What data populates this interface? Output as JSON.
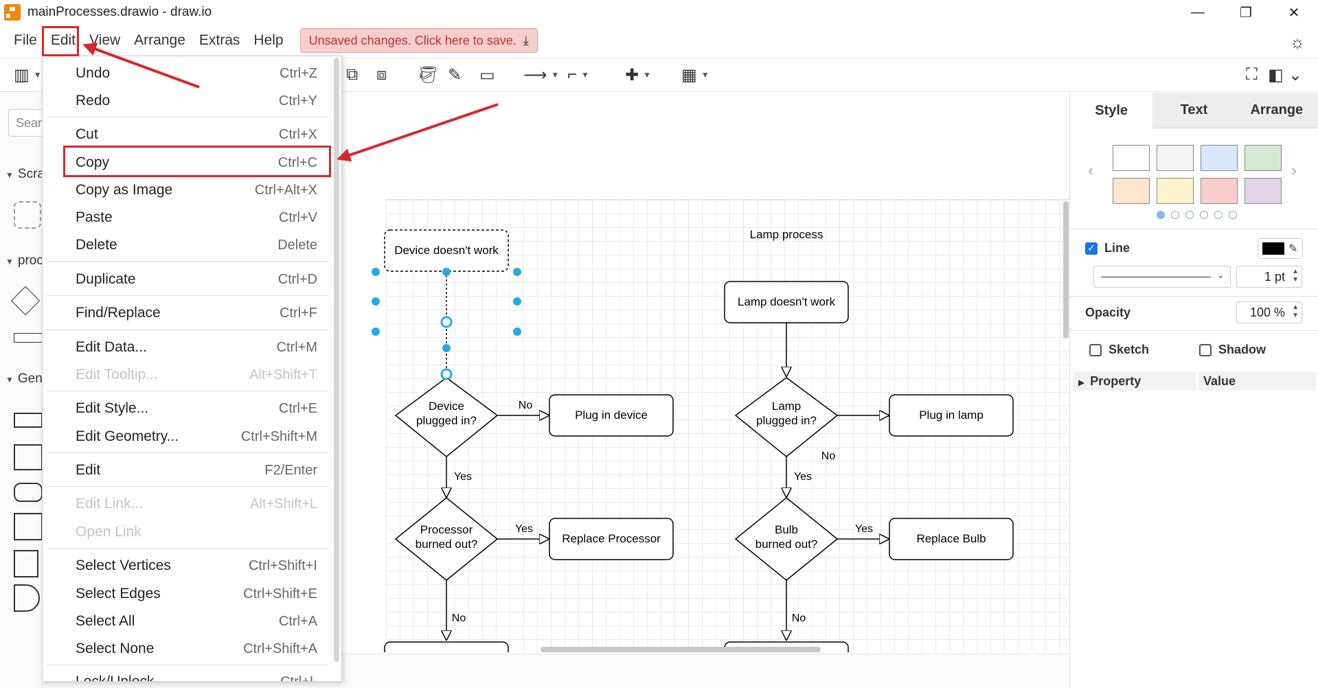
{
  "window": {
    "title": "mainProcesses.drawio - draw.io",
    "minimize": "—",
    "maximize": "❐",
    "close": "✕"
  },
  "menubar": {
    "items": [
      "File",
      "Edit",
      "View",
      "Arrange",
      "Extras",
      "Help"
    ],
    "unsaved_label": "Unsaved changes. Click here to save."
  },
  "sidebar": {
    "search_placeholder": "Search",
    "sections": [
      "Scratchpad",
      "processes",
      "General"
    ]
  },
  "edit_menu": {
    "items": [
      {
        "label": "Undo",
        "shortcut": "Ctrl+Z",
        "enabled": true
      },
      {
        "label": "Redo",
        "shortcut": "Ctrl+Y",
        "enabled": true
      },
      {
        "label": "Cut",
        "shortcut": "Ctrl+X",
        "enabled": true
      },
      {
        "label": "Copy",
        "shortcut": "Ctrl+C",
        "enabled": true
      },
      {
        "label": "Copy as Image",
        "shortcut": "Ctrl+Alt+X",
        "enabled": true
      },
      {
        "label": "Paste",
        "shortcut": "Ctrl+V",
        "enabled": true
      },
      {
        "label": "Delete",
        "shortcut": "Delete",
        "enabled": true
      },
      {
        "label": "Duplicate",
        "shortcut": "Ctrl+D",
        "enabled": true
      },
      {
        "label": "Find/Replace",
        "shortcut": "Ctrl+F",
        "enabled": true
      },
      {
        "label": "Edit Data...",
        "shortcut": "Ctrl+M",
        "enabled": true
      },
      {
        "label": "Edit Tooltip...",
        "shortcut": "Alt+Shift+T",
        "enabled": false
      },
      {
        "label": "Edit Style...",
        "shortcut": "Ctrl+E",
        "enabled": true
      },
      {
        "label": "Edit Geometry...",
        "shortcut": "Ctrl+Shift+M",
        "enabled": true
      },
      {
        "label": "Edit",
        "shortcut": "F2/Enter",
        "enabled": true
      },
      {
        "label": "Edit Link...",
        "shortcut": "Alt+Shift+L",
        "enabled": false
      },
      {
        "label": "Open Link",
        "shortcut": "",
        "enabled": false
      },
      {
        "label": "Select Vertices",
        "shortcut": "Ctrl+Shift+I",
        "enabled": true
      },
      {
        "label": "Select Edges",
        "shortcut": "Ctrl+Shift+E",
        "enabled": true
      },
      {
        "label": "Select All",
        "shortcut": "Ctrl+A",
        "enabled": true
      },
      {
        "label": "Select None",
        "shortcut": "Ctrl+Shift+A",
        "enabled": true
      },
      {
        "label": "Lock/Unlock",
        "shortcut": "Ctrl+L",
        "enabled": true
      }
    ]
  },
  "diagram": {
    "general_title": "General process",
    "lamp_title": "Lamp process",
    "general": {
      "start": "Device doesn't work",
      "q1_line1": "Device",
      "q1_line2": "plugged in?",
      "action1": "Plug in device",
      "q2_line1": "Processor",
      "q2_line2": "burned out?",
      "action2": "Replace Processor",
      "edge_no1": "No",
      "edge_yes1": "Yes",
      "edge_yes2": "Yes",
      "edge_no2": "No"
    },
    "lamp": {
      "start": "Lamp doesn't work",
      "q1_line1": "Lamp",
      "q1_line2": "plugged in?",
      "action1": "Plug in lamp",
      "q2_line1": "Bulb",
      "q2_line2": "burned out?",
      "action2": "Replace Bulb",
      "edge_no1": "No",
      "edge_yes1": "Yes",
      "edge_yes2": "Yes",
      "edge_no2": "No"
    }
  },
  "format_panel": {
    "tabs": [
      "Style",
      "Text",
      "Arrange"
    ],
    "swatches": [
      "#ffffff",
      "#f5f5f5",
      "#dae8fc",
      "#d5e8d4",
      "#ffe6cc",
      "#fff2cc",
      "#f8cecc",
      "#e1d5e7"
    ],
    "line_label": "Line",
    "line_width": "1 pt",
    "line_color": "#000000",
    "opacity_label": "Opacity",
    "opacity_value": "100 %",
    "sketch_label": "Sketch",
    "shadow_label": "Shadow",
    "property_header": "Property",
    "value_header": "Value"
  },
  "colors": {
    "annotation": "#d9262a",
    "selection": "#29a9e1",
    "unsaved_bg": "#f8cecc"
  }
}
